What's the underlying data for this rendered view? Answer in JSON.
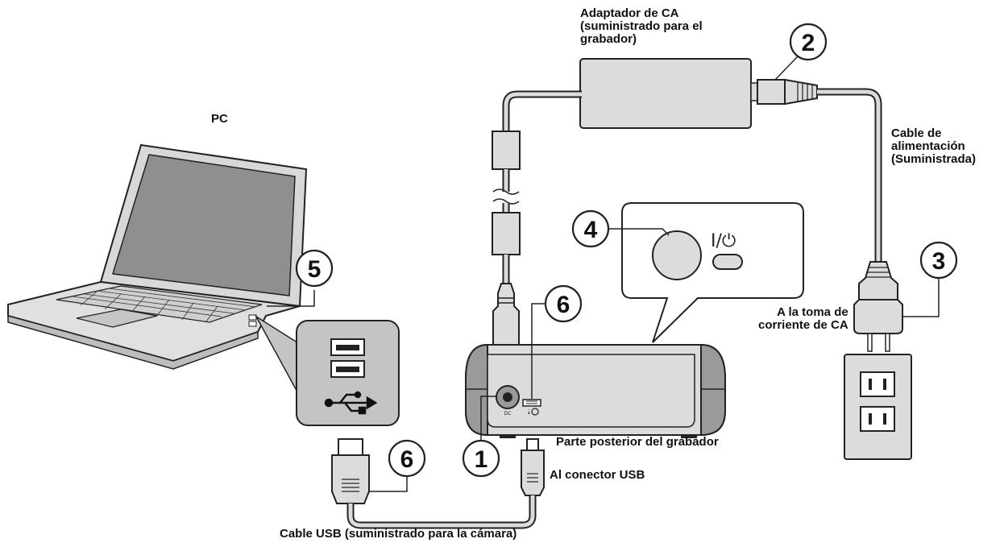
{
  "labels": {
    "pc": "PC",
    "ac_adapter": [
      "Adaptador de CA",
      "(suministrado para el",
      "grabador)"
    ],
    "power_cable": [
      "Cable de",
      "alimentación",
      "(Suministrada)"
    ],
    "outlet": [
      "A la toma de",
      "corriente de CA"
    ],
    "rear": "Parte posterior del grabador",
    "usb_connector": "Al conector USB",
    "usb_cable": "Cable USB (suministrado para la cámara)",
    "dc_port": "DC"
  },
  "callouts": [
    "1",
    "2",
    "3",
    "4",
    "5",
    "6",
    "6"
  ],
  "icons": [
    "power-switch-icon",
    "usb-icon"
  ],
  "colors": {
    "device_fill": "#dcdcdc",
    "dark_fill": "#9a9a9a",
    "line": "#222222"
  }
}
